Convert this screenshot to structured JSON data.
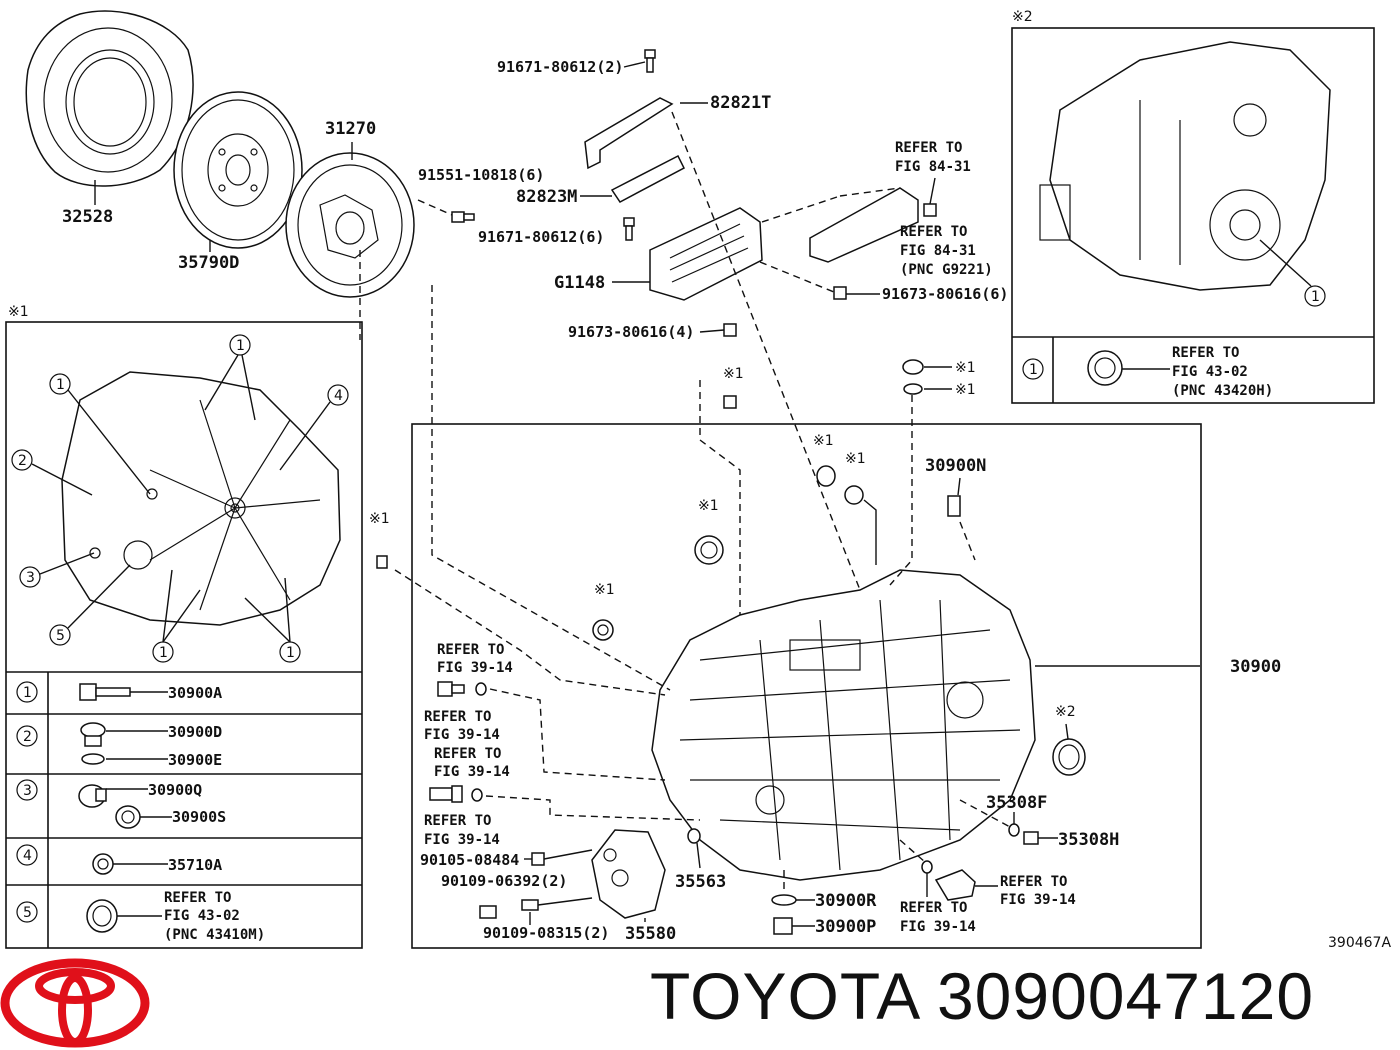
{
  "diagram_code": "390467A",
  "brand": {
    "name": "TOYOTA",
    "part_number": "3090047120"
  },
  "colors": {
    "logo": "#e0101a",
    "ink": "#111111"
  },
  "marks": {
    "note1": "※1",
    "note2": "※2"
  },
  "top_labels": {
    "p32528": "32528",
    "p35790D": "35790D",
    "p31270": "31270",
    "p91551": "91551-10818(6)",
    "p91671a": "91671-80612(2)",
    "p82821T": "82821T",
    "p82823M": "82823M",
    "p91671b": "91671-80612(6)",
    "pG1148": "G1148",
    "p91673a": "91673-80616(4)",
    "p91673b": "91673-80616(6)",
    "refer1": [
      "REFER TO",
      "FIG 84-31"
    ],
    "refer2": [
      "REFER TO",
      "FIG 84-31",
      "(PNC G9221)"
    ]
  },
  "box1": {
    "rows": [
      {
        "num": "1",
        "parts": [
          "30900A"
        ]
      },
      {
        "num": "2",
        "parts": [
          "30900D",
          "30900E"
        ]
      },
      {
        "num": "3",
        "parts": [
          "30900Q",
          "30900S"
        ]
      },
      {
        "num": "4",
        "parts": [
          "35710A"
        ]
      },
      {
        "num": "5",
        "refer": [
          "REFER TO",
          "FIG 43-02",
          "(PNC 43410M)"
        ]
      }
    ]
  },
  "box2": {
    "row": {
      "num": "1",
      "refer": [
        "REFER TO",
        "FIG 43-02",
        "(PNC 43420H)"
      ]
    }
  },
  "main": {
    "p30900N": "30900N",
    "p30900": "30900",
    "p35308F": "35308F",
    "p35308H": "35308H",
    "p35563": "35563",
    "p35580": "35580",
    "p30900R": "30900R",
    "p30900P": "30900P",
    "p90105": "90105-08484",
    "p90109a": "90109-06392(2)",
    "p90109b": "90109-08315(2)",
    "refer_a": [
      "REFER TO",
      "FIG 39-14"
    ],
    "refer_b": [
      "REFER TO",
      "FIG 39-14"
    ],
    "refer_c": [
      "REFER TO",
      "FIG 39-14"
    ],
    "refer_d": [
      "REFER TO",
      "FIG 39-14"
    ],
    "refer_e": [
      "REFER TO",
      "FIG 39-14"
    ],
    "refer_f": [
      "REFER TO",
      "FIG 39-14"
    ]
  }
}
